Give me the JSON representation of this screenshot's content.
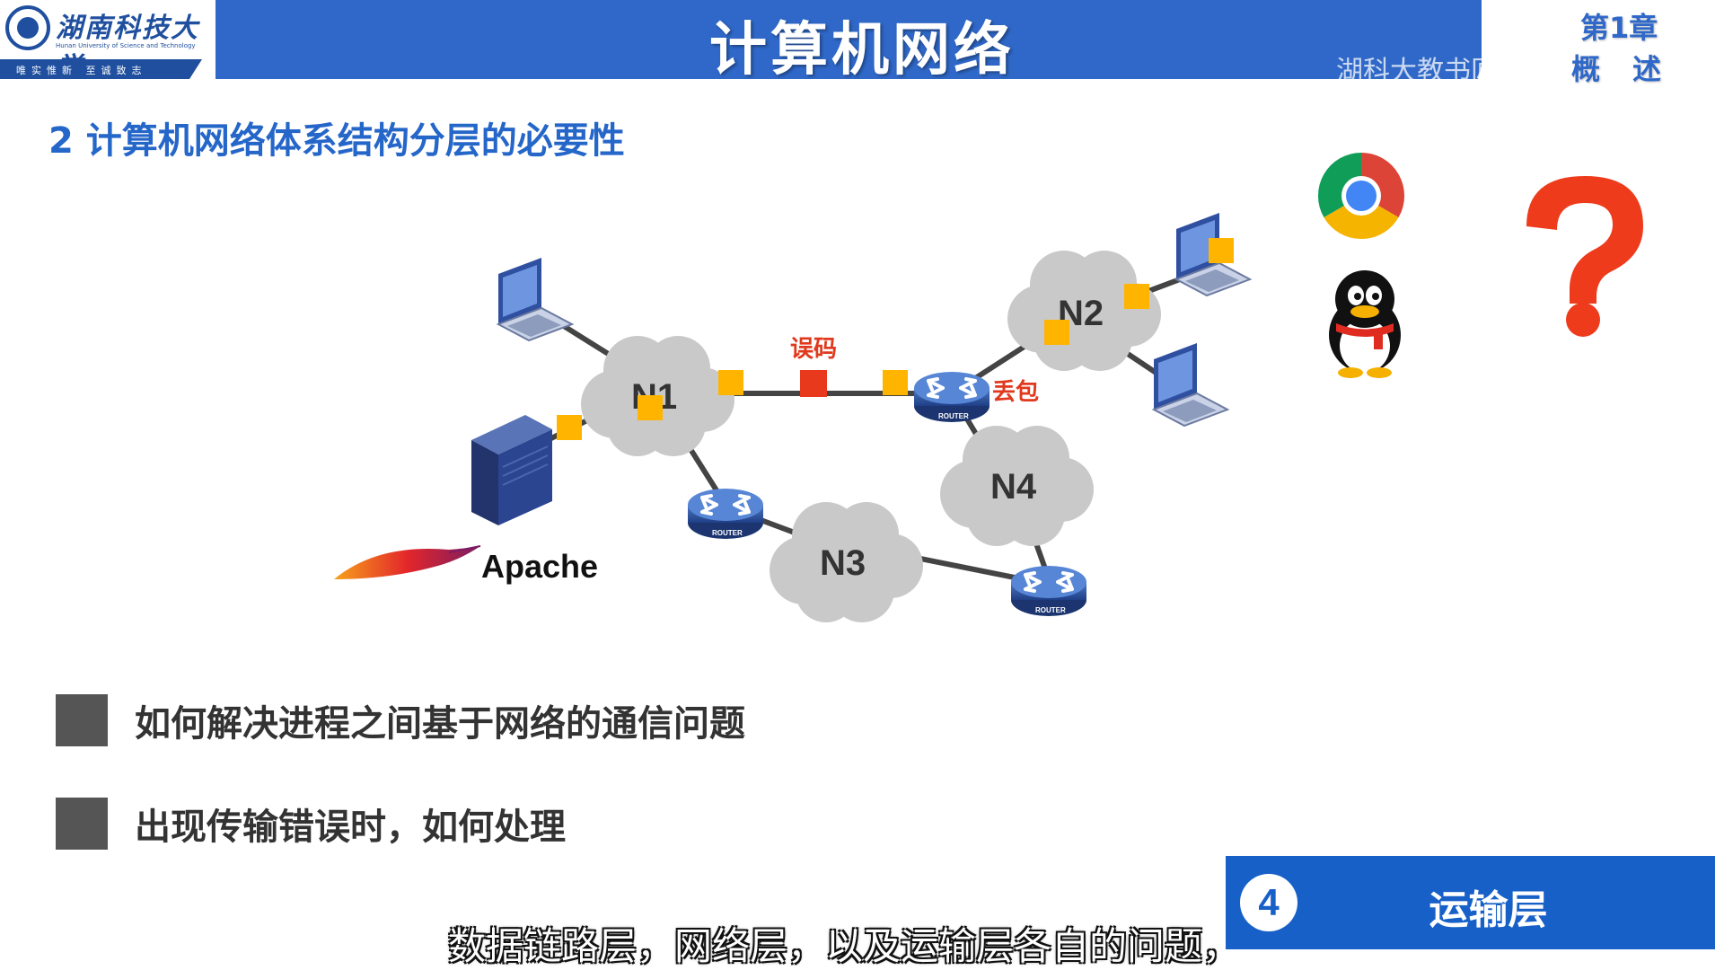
{
  "header": {
    "university_name": "湖南科技大学",
    "university_en": "Hunan University of Science and Technology",
    "motto": "唯实惟新 至诚致志",
    "course_title": "计算机网络",
    "watermark": "湖科大教书匠",
    "chapter": "第1章",
    "chapter_sub": "概述"
  },
  "section_title": "2 计算机网络体系结构分层的必要性",
  "diagram": {
    "clouds": [
      "N1",
      "N2",
      "N3",
      "N4"
    ],
    "error_label": "误码",
    "loss_label": "丢包",
    "router_label": "ROUTER",
    "server_software": "Apache",
    "app_icons": [
      "chrome-icon",
      "qq-icon",
      "question-mark-icon"
    ]
  },
  "bullets": [
    "如何解决进程之间基于网络的通信问题",
    "出现传输错误时，如何处理"
  ],
  "layer_tag": {
    "number": "4",
    "label": "运输层"
  },
  "subtitle": "数据链路层，网络层，以及运输层各自的问题，",
  "colors": {
    "header_blue": "#2f68c8",
    "title_blue": "#2566c9",
    "packet_yellow": "#ffb400",
    "error_red": "#e8391d",
    "layer_blue": "#1760c8"
  }
}
